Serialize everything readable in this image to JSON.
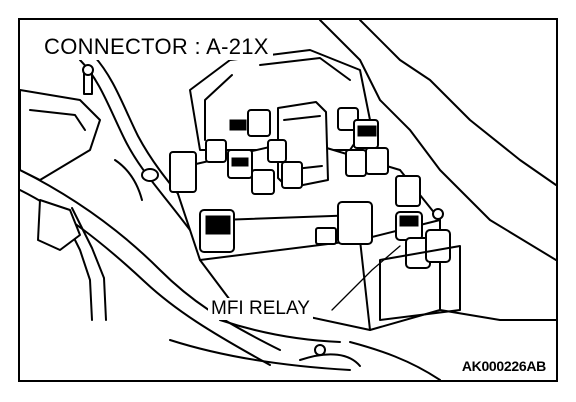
{
  "diagram": {
    "connector_title": "CONNECTOR : A-21X",
    "callout_label": "MFI RELAY",
    "image_code": "AK000226AB"
  }
}
